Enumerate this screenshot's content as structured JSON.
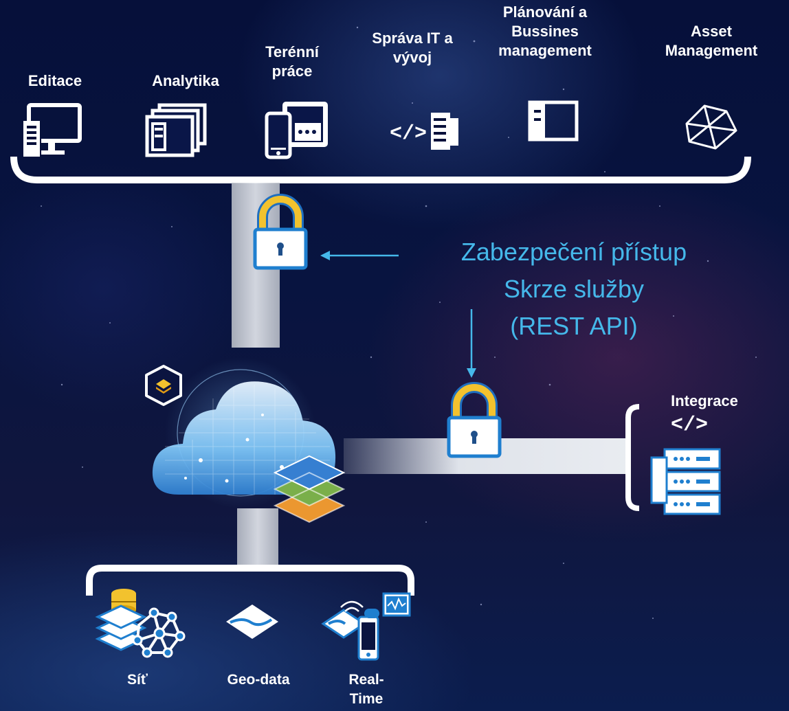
{
  "top_categories": [
    {
      "label": "Editace",
      "icon": "desktop-computer-icon"
    },
    {
      "label": "Analytika",
      "icon": "windows-stack-icon"
    },
    {
      "label": "Terénní\npráce",
      "icon": "mobile-tablet-icon"
    },
    {
      "label": "Správa IT a\nvývoj",
      "icon": "code-document-icon"
    },
    {
      "label": "Plánování a\nBussines\nmanagement",
      "icon": "panel-window-icon"
    },
    {
      "label": "Asset\nManagement",
      "icon": "polyhedron-icon"
    }
  ],
  "callout": {
    "line1": "Zabezpečení přístup",
    "line2": "Skrze služby",
    "line3": "(REST API)"
  },
  "integration": {
    "label": "Integrace",
    "code_glyph": "</>"
  },
  "bottom_sources": [
    {
      "label": "Síť",
      "icon": "network-database-icon"
    },
    {
      "label": "Geo-data",
      "icon": "geo-data-icon"
    },
    {
      "label": "Real-\nTime",
      "icon": "realtime-device-icon"
    }
  ],
  "colors": {
    "accent_blue": "#45b8ea",
    "lock_gold": "#f2c22e",
    "lock_blue": "#1f7fcf",
    "connector": "#d8dde6"
  }
}
